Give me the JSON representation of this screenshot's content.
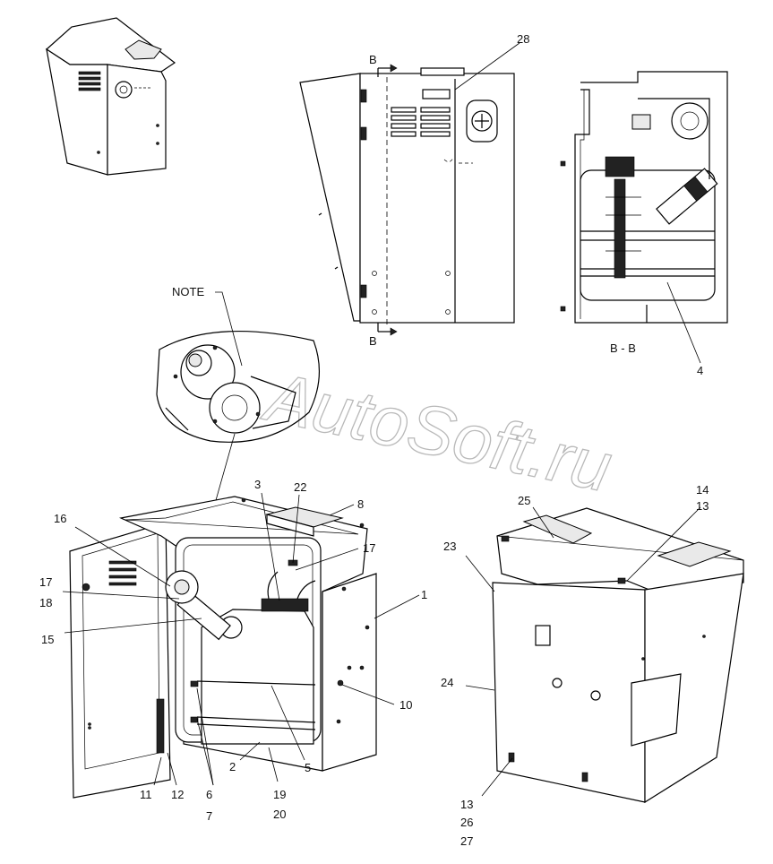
{
  "watermark": "AutoSoft.ru",
  "section_marker": "B",
  "section_view_label": "B - B",
  "note_label": "NOTE",
  "callouts": [
    {
      "id": "c28",
      "text": "28"
    },
    {
      "id": "c4",
      "text": "4"
    },
    {
      "id": "c3",
      "text": "3"
    },
    {
      "id": "c22",
      "text": "22"
    },
    {
      "id": "c8",
      "text": "8"
    },
    {
      "id": "c16",
      "text": "16"
    },
    {
      "id": "c17a",
      "text": "17"
    },
    {
      "id": "c17b",
      "text": "17"
    },
    {
      "id": "c18",
      "text": "18"
    },
    {
      "id": "c15",
      "text": "15"
    },
    {
      "id": "c1",
      "text": "1"
    },
    {
      "id": "c10",
      "text": "10"
    },
    {
      "id": "c2",
      "text": "2"
    },
    {
      "id": "c5",
      "text": "5"
    },
    {
      "id": "c6",
      "text": "6"
    },
    {
      "id": "c7",
      "text": "7"
    },
    {
      "id": "c11",
      "text": "11"
    },
    {
      "id": "c12",
      "text": "12"
    },
    {
      "id": "c19",
      "text": "19"
    },
    {
      "id": "c20",
      "text": "20"
    },
    {
      "id": "c25",
      "text": "25"
    },
    {
      "id": "c14",
      "text": "14"
    },
    {
      "id": "c13a",
      "text": "13"
    },
    {
      "id": "c23",
      "text": "23"
    },
    {
      "id": "c24",
      "text": "24"
    },
    {
      "id": "c13b",
      "text": "13"
    },
    {
      "id": "c26",
      "text": "26"
    },
    {
      "id": "c27",
      "text": "27"
    }
  ]
}
